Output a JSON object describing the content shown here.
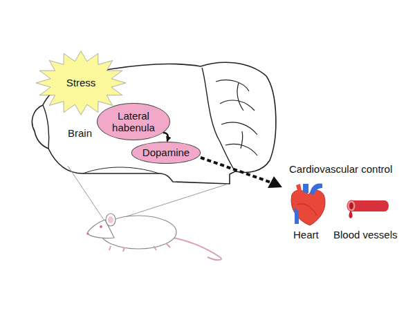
{
  "diagram": {
    "nodes": [
      {
        "text": [
          "Stress"
        ]
      },
      {
        "text": [
          "Lateral habenula"
        ]
      },
      {
        "text": [
          "Dopamine"
        ]
      }
    ],
    "edges": [
      {
        "from": 1,
        "to": 2,
        "arrow": "to"
      }
    ],
    "labels": [
      "Brain",
      "Cardiovascular control",
      "Heart",
      "Blood vessels"
    ]
  }
}
